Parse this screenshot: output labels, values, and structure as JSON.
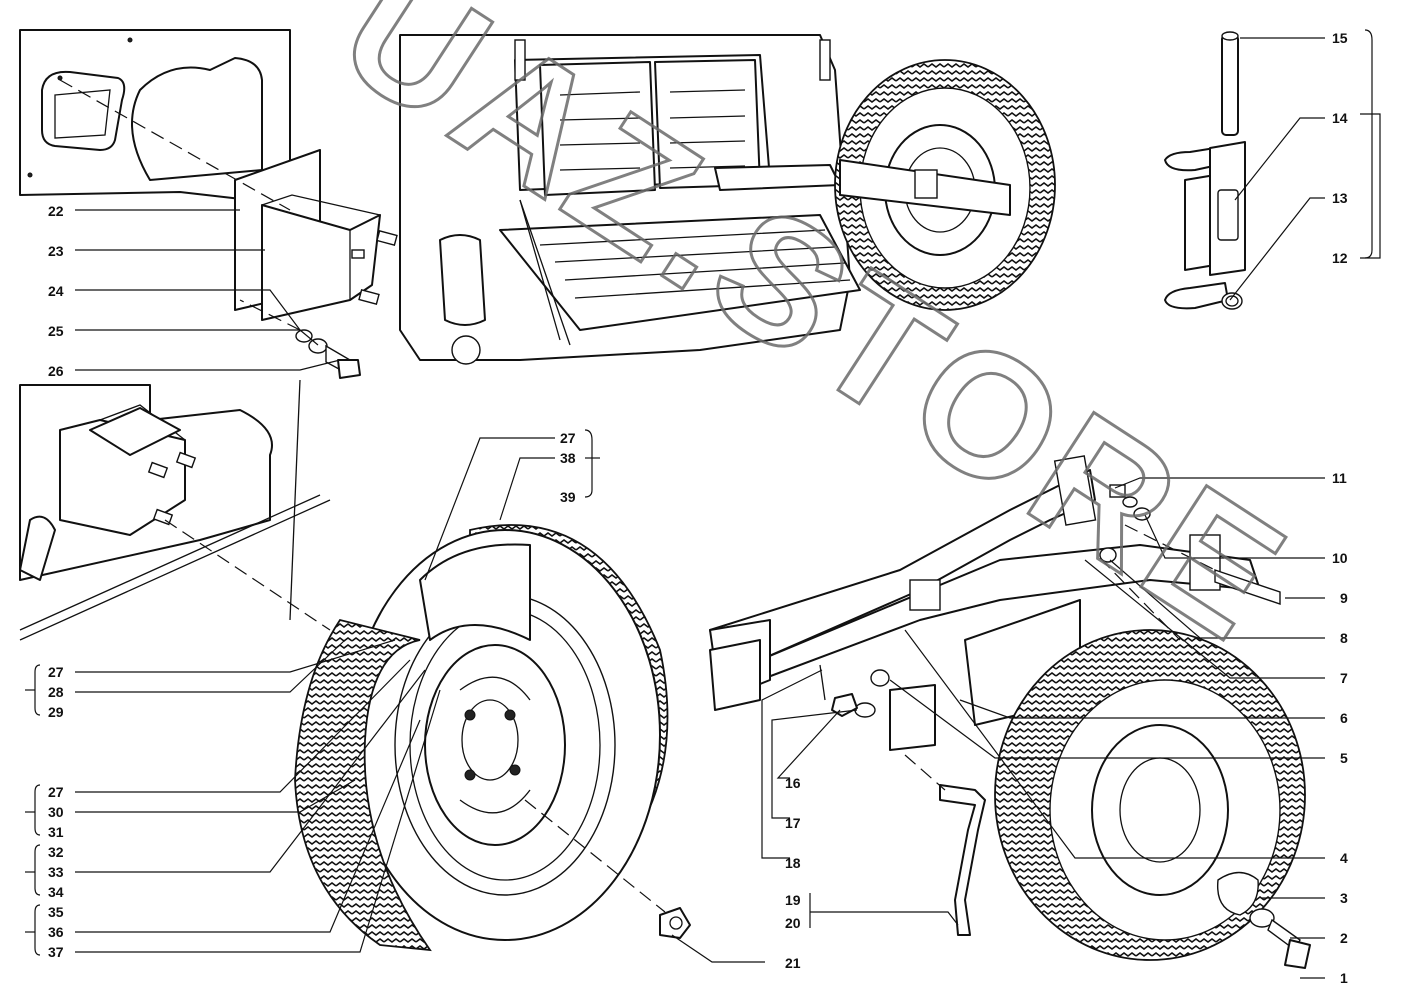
{
  "watermark": "UAZ.STORE",
  "callouts": [
    {
      "id": "c1",
      "text": "1"
    },
    {
      "id": "c2",
      "text": "2"
    },
    {
      "id": "c3",
      "text": "3"
    },
    {
      "id": "c4",
      "text": "4"
    },
    {
      "id": "c5",
      "text": "5"
    },
    {
      "id": "c6",
      "text": "6"
    },
    {
      "id": "c7",
      "text": "7"
    },
    {
      "id": "c8",
      "text": "8"
    },
    {
      "id": "c9",
      "text": "9"
    },
    {
      "id": "c10",
      "text": "10"
    },
    {
      "id": "c11",
      "text": "11"
    },
    {
      "id": "c12",
      "text": "12"
    },
    {
      "id": "c13",
      "text": "13"
    },
    {
      "id": "c14",
      "text": "14"
    },
    {
      "id": "c15",
      "text": "15"
    },
    {
      "id": "c16",
      "text": "16"
    },
    {
      "id": "c17",
      "text": "17"
    },
    {
      "id": "c18",
      "text": "18"
    },
    {
      "id": "c19",
      "text": "19"
    },
    {
      "id": "c20",
      "text": "20"
    },
    {
      "id": "c21",
      "text": "21"
    },
    {
      "id": "c22",
      "text": "22"
    },
    {
      "id": "c23",
      "text": "23"
    },
    {
      "id": "c24",
      "text": "24"
    },
    {
      "id": "c25",
      "text": "25"
    },
    {
      "id": "c26",
      "text": "26"
    },
    {
      "id": "c27a",
      "text": "27"
    },
    {
      "id": "c38",
      "text": "38"
    },
    {
      "id": "c39",
      "text": "39"
    },
    {
      "id": "c27b",
      "text": "27"
    },
    {
      "id": "c28",
      "text": "28"
    },
    {
      "id": "c29",
      "text": "29"
    },
    {
      "id": "c27c",
      "text": "27"
    },
    {
      "id": "c30",
      "text": "30"
    },
    {
      "id": "c31",
      "text": "31"
    },
    {
      "id": "c32",
      "text": "32"
    },
    {
      "id": "c33",
      "text": "33"
    },
    {
      "id": "c34",
      "text": "34"
    },
    {
      "id": "c35",
      "text": "35"
    },
    {
      "id": "c36",
      "text": "36"
    },
    {
      "id": "c37",
      "text": "37"
    }
  ]
}
